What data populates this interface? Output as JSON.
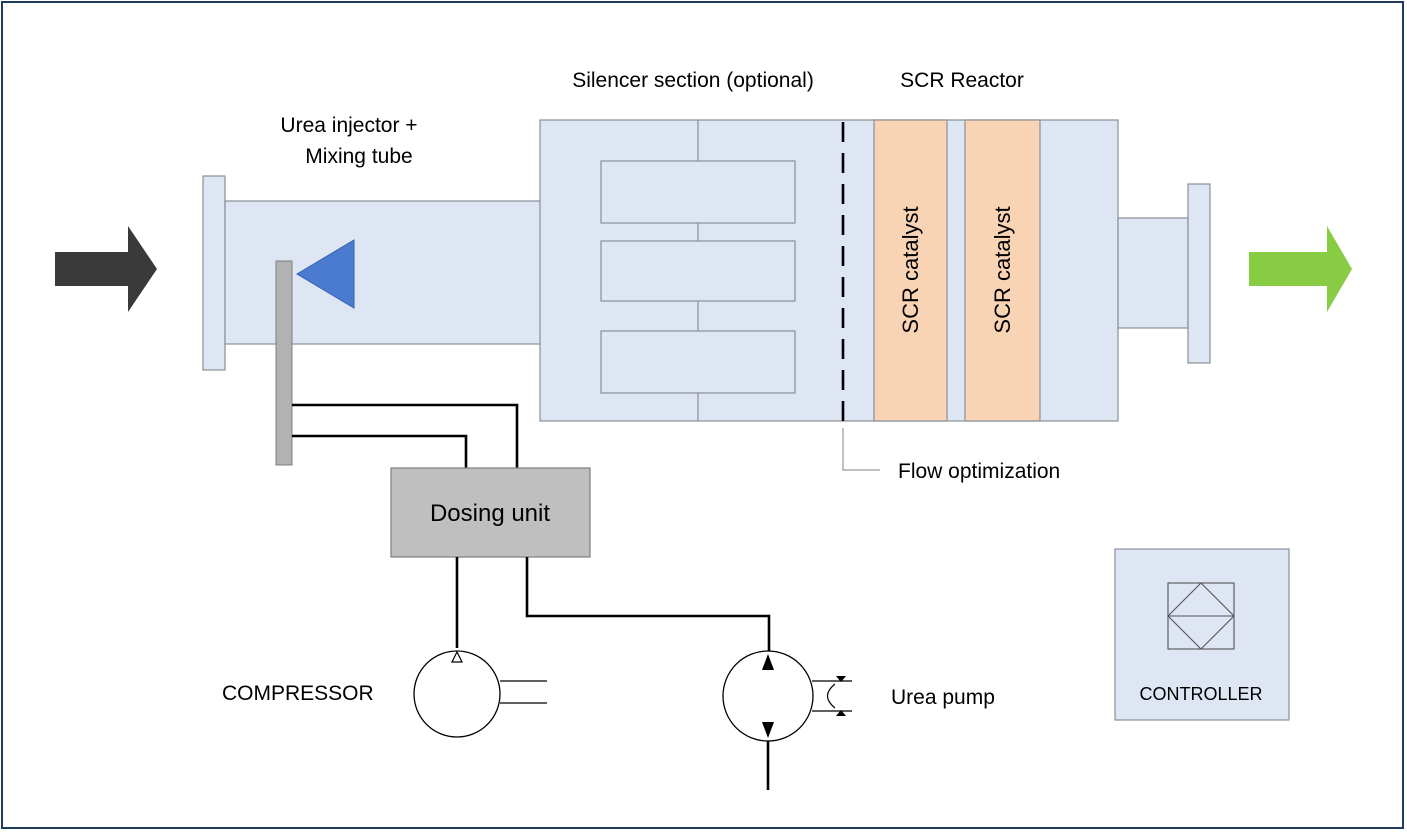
{
  "colors": {
    "frame_border": "#1f3b5c",
    "pipe_fill": "#dee5f3",
    "pipe_stroke": "#8a8f98",
    "catalyst_fill": "#f8d3b4",
    "injector_blue": "#4a7bd1",
    "rod_gray": "#b2b2b2",
    "dosing_gray": "#bfbfbf",
    "inlet_arrow": "#3a3a3a",
    "outlet_arrow": "#88cc44"
  },
  "labels": {
    "urea_injector_line1": "Urea injector +",
    "urea_injector_line2": "Mixing tube",
    "silencer": "Silencer section (optional)",
    "scr_reactor": "SCR Reactor",
    "catalyst_1": "SCR catalyst",
    "catalyst_2": "SCR catalyst",
    "flow_optimization": "Flow optimization",
    "dosing_unit": "Dosing unit",
    "compressor": "COMPRESSOR",
    "urea_pump": "Urea pump",
    "controller": "CONTROLLER"
  },
  "icons": {
    "inlet": "exhaust-inlet-arrow",
    "outlet": "clean-outlet-arrow",
    "injector": "injector-nozzle-icon",
    "compressor": "compressor-symbol-icon",
    "pump": "pump-symbol-icon",
    "controller": "controller-symbol-icon"
  }
}
